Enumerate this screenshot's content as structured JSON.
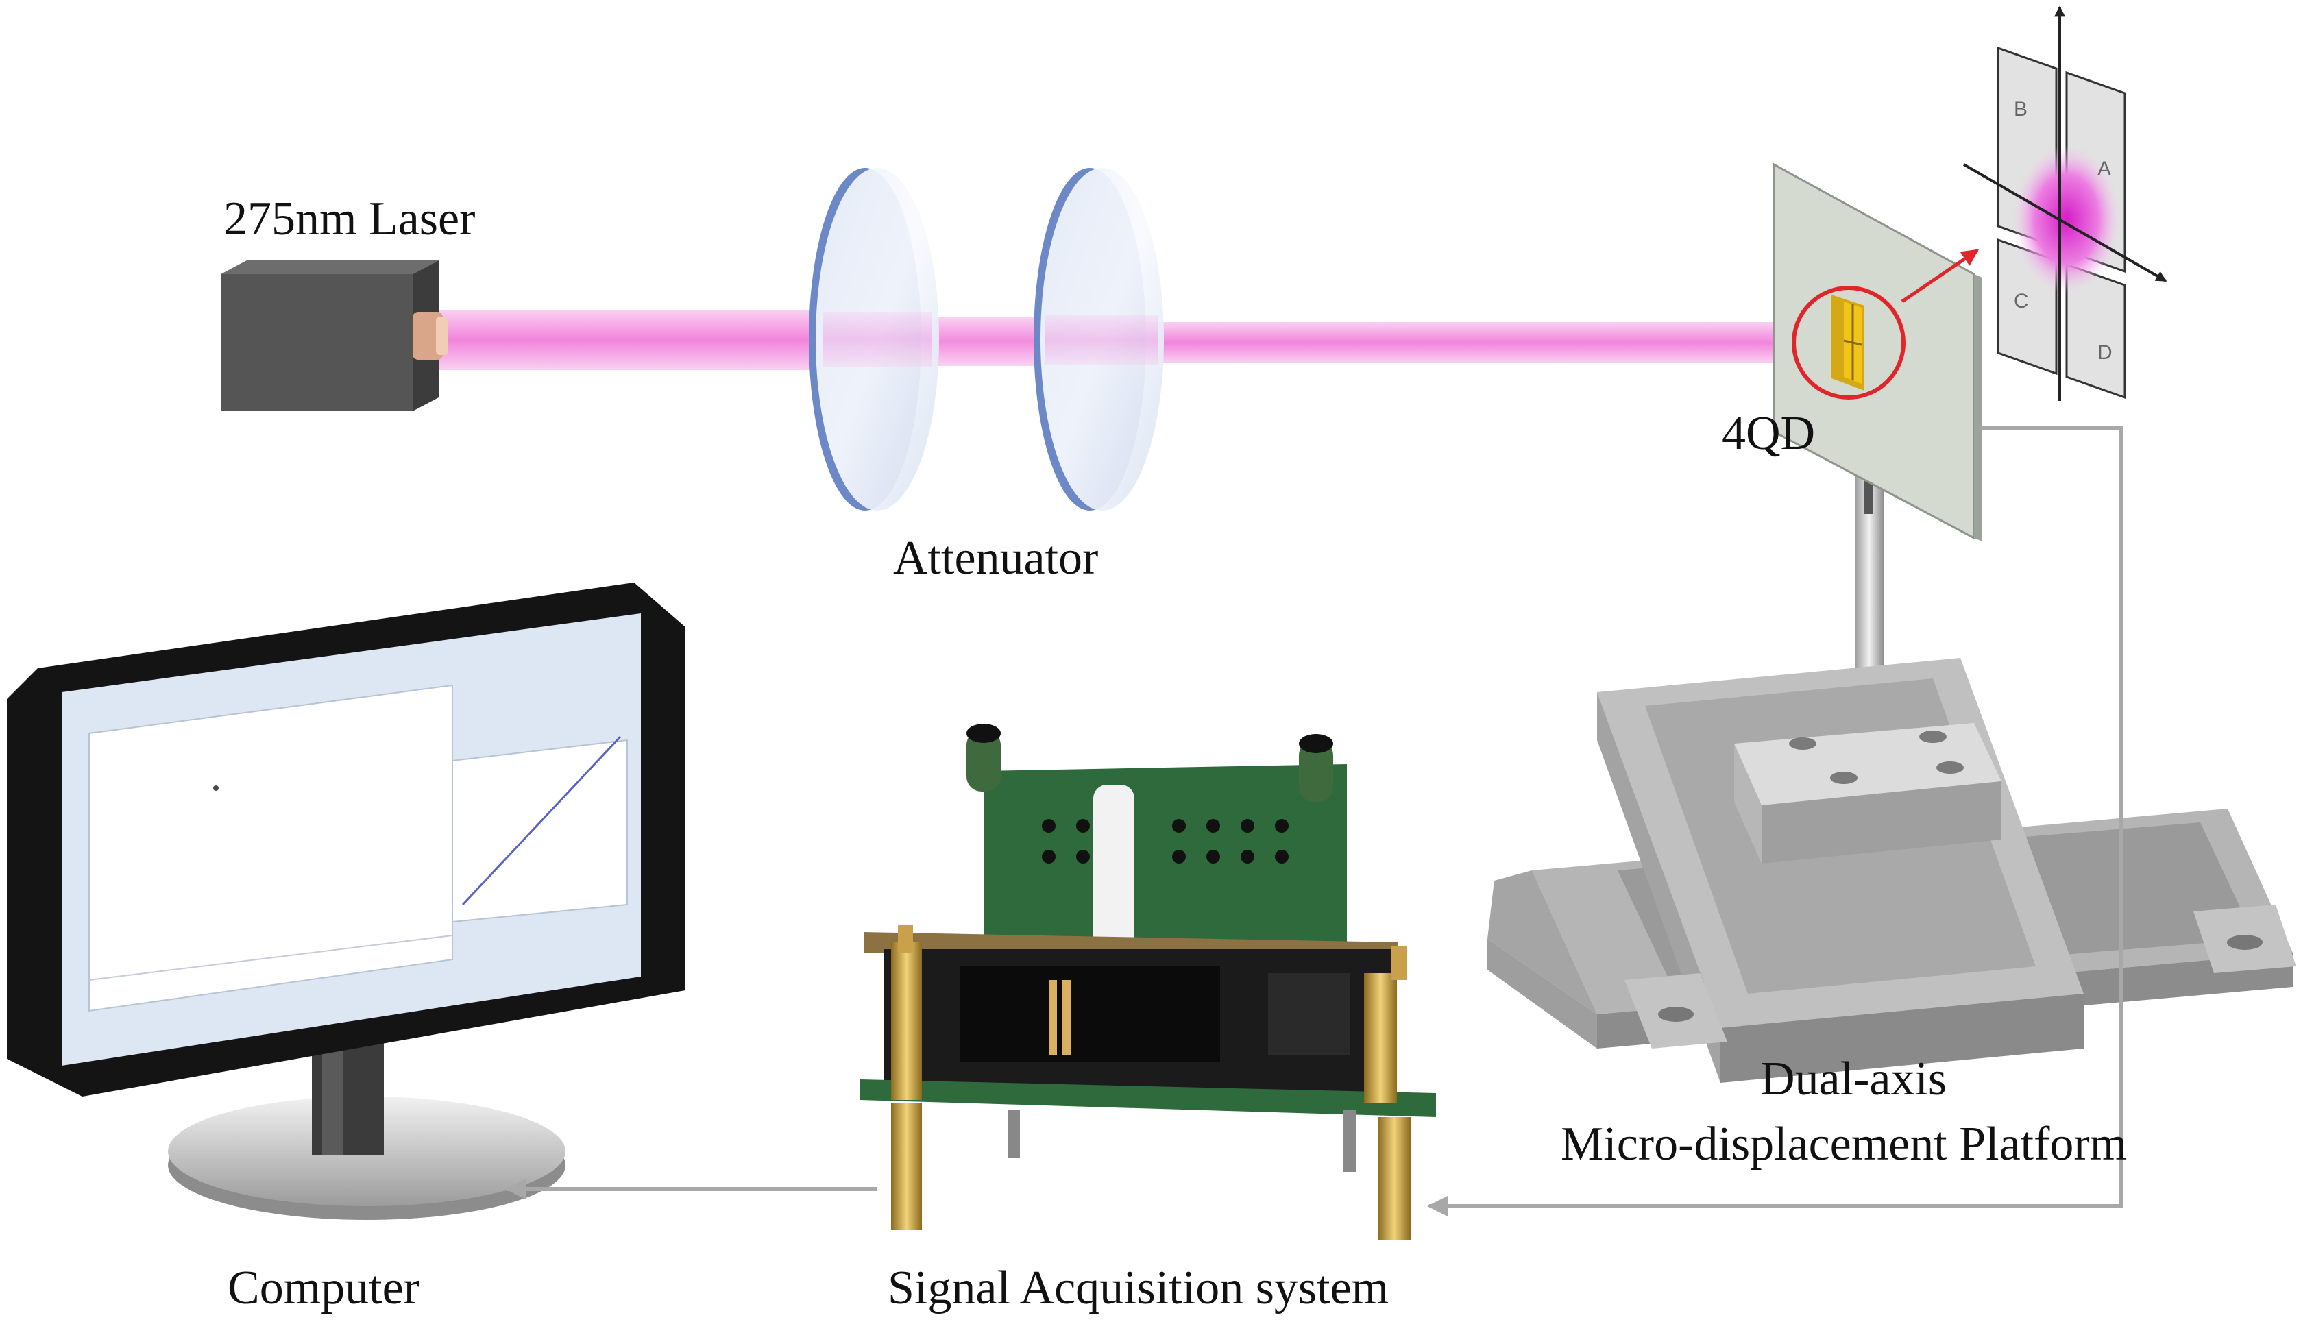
{
  "labels": {
    "laser": "275nm Laser",
    "attenuator": "Attenuator",
    "detector": "4QD",
    "platform_line1": "Dual-axis",
    "platform_line2": "Micro-displacement Platform",
    "computer": "Computer",
    "daq": "Signal Acquisition system"
  },
  "quadrants": [
    "A",
    "B",
    "C",
    "D"
  ],
  "colors": {
    "beam": "#f07cdc",
    "highlight_circle": "#e0262b",
    "signal_line": "#a8a8a8",
    "pcb": "#2f6a3c",
    "monitor_frame": "#141414",
    "stage_metal": "#b9b9b9"
  },
  "icons": [
    "laser-source-icon",
    "attenuator-disc-icon",
    "quadrant-detector-icon",
    "translation-stage-icon",
    "pcb-board-icon",
    "monitor-icon"
  ]
}
